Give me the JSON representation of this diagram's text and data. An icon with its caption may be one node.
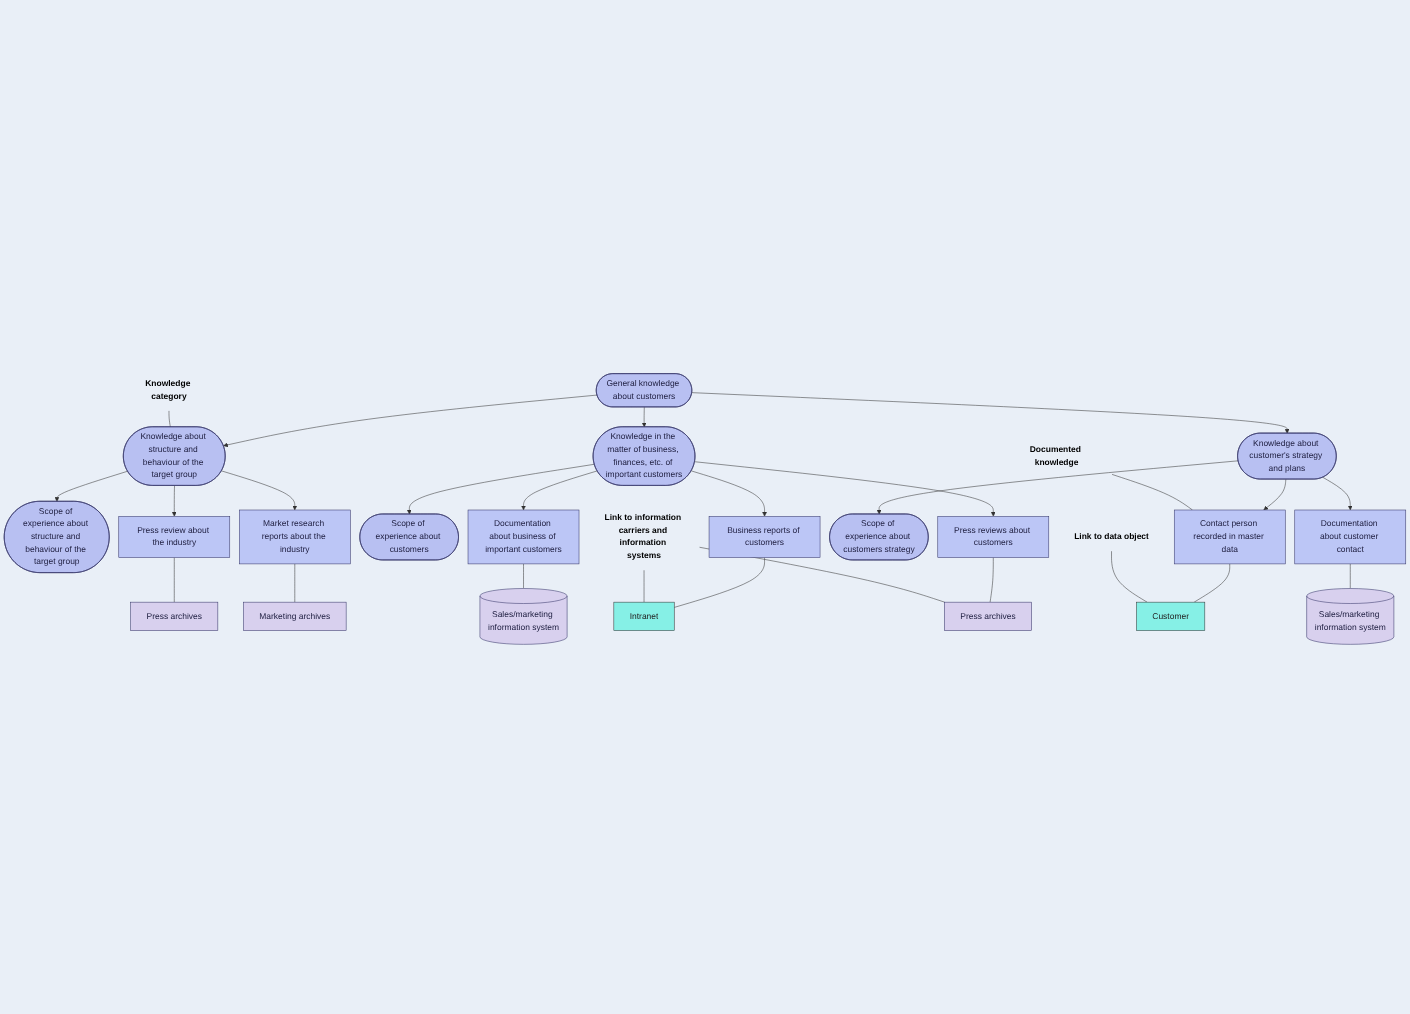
{
  "diagram": {
    "nodes": [
      {
        "text": [
          "General knowledge about customers"
        ]
      },
      {
        "text": [
          "Knowledge about structure and behaviour of the target group"
        ]
      },
      {
        "text": [
          "Knowledge in the matter of business, finances, etc. of important customers"
        ]
      },
      {
        "text": [
          "Knowledge about customer's strategy and plans"
        ]
      },
      {
        "text": [
          "Scope of experience about structure and behaviour of the target group"
        ]
      },
      {
        "text": [
          "Press review about the industry"
        ]
      },
      {
        "text": [
          "Press archives"
        ]
      },
      {
        "text": [
          "Market research reports about the industry"
        ]
      },
      {
        "text": [
          "Marketing archives"
        ]
      },
      {
        "text": [
          "Scope of experience about customers"
        ]
      },
      {
        "text": [
          "Business reports of customers"
        ]
      },
      {
        "text": [
          "Intranet"
        ]
      },
      {
        "text": [
          "Press reviews about customers"
        ]
      },
      {
        "text": [
          "Press archives"
        ]
      },
      {
        "text": [
          "Documentation about business of important customers"
        ]
      },
      {
        "text": [
          "Sales/marketing information system"
        ]
      },
      {
        "text": [
          "Scope of experience about customers strategy"
        ]
      },
      {
        "text": [
          "Contact person recorded in master data"
        ]
      },
      {
        "text": [
          "Customer"
        ]
      },
      {
        "text": [
          "Documentation about customer contact"
        ]
      },
      {
        "text": [
          "Sales/marketing information system"
        ]
      },
      {
        "text": [
          "Knowledge category"
        ]
      },
      {
        "text": [
          "Documented knowledge"
        ]
      },
      {
        "text": [
          "Link to data object"
        ]
      },
      {
        "text": [
          "Link to information carriers and information systems"
        ]
      }
    ],
    "edges": [
      {
        "from": 0,
        "to": 1,
        "arrow": "to"
      },
      {
        "from": 0,
        "to": 2,
        "arrow": "to"
      },
      {
        "from": 0,
        "to": 3,
        "arrow": "to"
      },
      {
        "from": 1,
        "to": 4,
        "arrow": "to"
      },
      {
        "from": 1,
        "to": 5,
        "arrow": "to"
      },
      {
        "from": 5,
        "to": 6,
        "arrow": "none"
      },
      {
        "from": 1,
        "to": 7,
        "arrow": "to"
      },
      {
        "from": 7,
        "to": 8,
        "arrow": "none"
      },
      {
        "from": 2,
        "to": 9,
        "arrow": "to"
      },
      {
        "from": 2,
        "to": 10,
        "arrow": "to"
      },
      {
        "from": 10,
        "to": 11,
        "arrow": "none"
      },
      {
        "from": 2,
        "to": 12,
        "arrow": "to"
      },
      {
        "from": 12,
        "to": 13,
        "arrow": "none"
      },
      {
        "from": 2,
        "to": 14,
        "arrow": "to"
      },
      {
        "from": 14,
        "to": 15,
        "arrow": "none"
      },
      {
        "from": 3,
        "to": 16,
        "arrow": "to"
      },
      {
        "from": 3,
        "to": 17,
        "arrow": "to"
      },
      {
        "from": 17,
        "to": 18,
        "arrow": "none"
      },
      {
        "from": 3,
        "to": 19,
        "arrow": "to"
      },
      {
        "from": 19,
        "to": 20,
        "arrow": "none"
      },
      {
        "from": 21,
        "to": 1,
        "arrow": "none"
      },
      {
        "from": 22,
        "to": 17,
        "arrow": "none"
      },
      {
        "from": 23,
        "to": 18,
        "arrow": "none"
      },
      {
        "from": 24,
        "to": 11,
        "arrow": "none"
      },
      {
        "from": 24,
        "to": 13,
        "arrow": "none"
      }
    ]
  }
}
